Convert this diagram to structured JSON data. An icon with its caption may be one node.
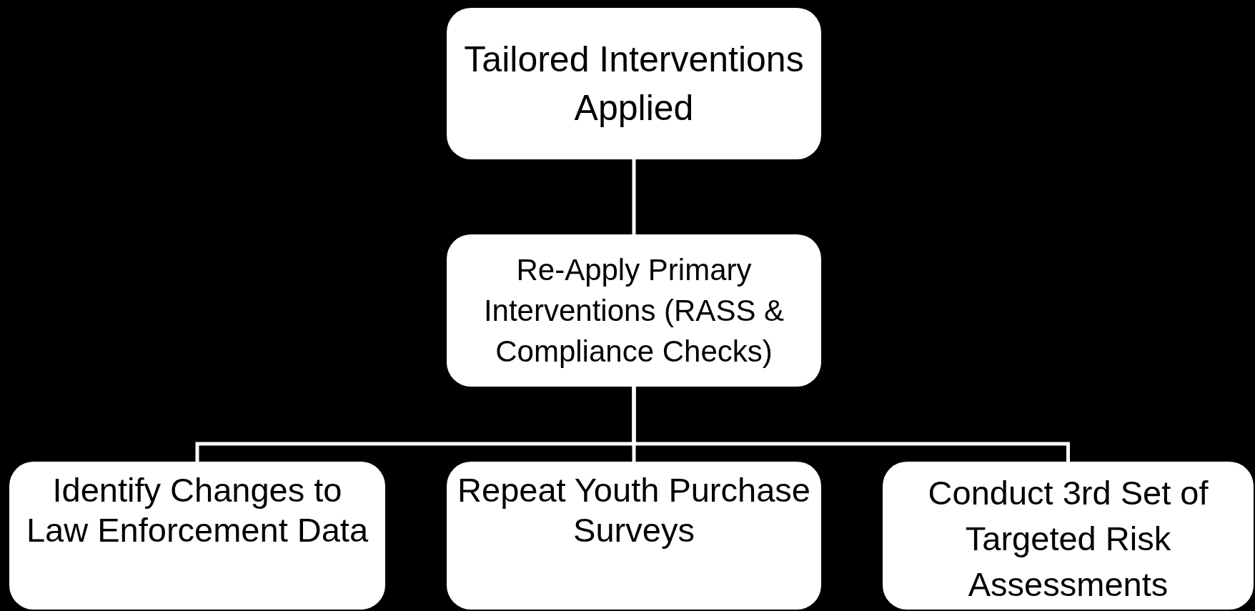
{
  "diagram": {
    "nodes": [
      {
        "text": [
          "Tailored Interventions Applied"
        ]
      },
      {
        "text": [
          "Re-Apply Primary Interventions (RASS & Compliance Checks)"
        ]
      },
      {
        "text": [
          "Identify Changes to Law Enforcement Data"
        ]
      },
      {
        "text": [
          "Repeat Youth Purchase Surveys"
        ]
      },
      {
        "text": [
          "Conduct 3rd Set of Targeted Risk Assessments"
        ]
      }
    ],
    "edges": [
      {
        "from": 0,
        "to": 1,
        "arrow": "none"
      },
      {
        "from": 1,
        "to": 2,
        "arrow": "none"
      },
      {
        "from": 1,
        "to": 3,
        "arrow": "none"
      },
      {
        "from": 1,
        "to": 4,
        "arrow": "none"
      }
    ]
  }
}
